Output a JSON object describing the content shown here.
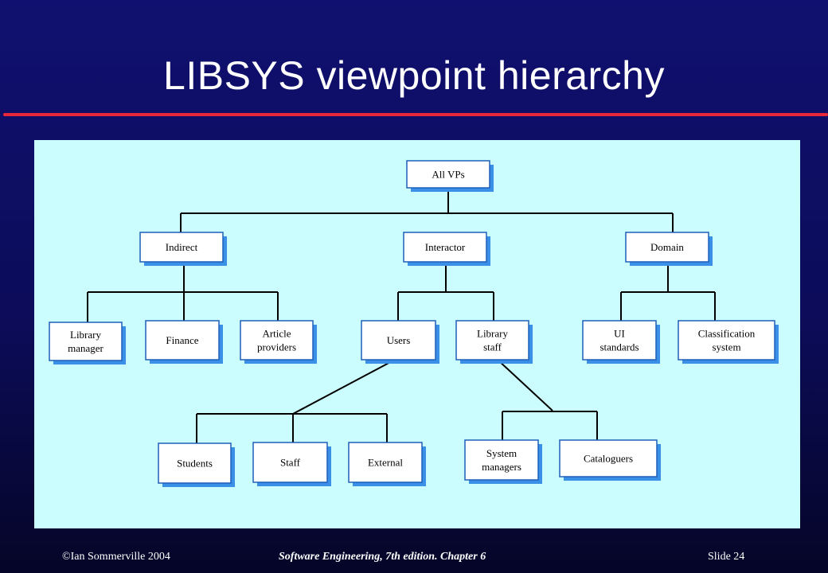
{
  "slide": {
    "title": "LIBSYS viewpoint hierarchy"
  },
  "diagram": {
    "nodes": [
      {
        "id": "all",
        "lines": [
          "All VPs"
        ]
      },
      {
        "id": "indirect",
        "lines": [
          "Indirect"
        ]
      },
      {
        "id": "interactor",
        "lines": [
          "Interactor"
        ]
      },
      {
        "id": "domain",
        "lines": [
          "Domain"
        ]
      },
      {
        "id": "library-manager",
        "lines": [
          "Library",
          "manager"
        ]
      },
      {
        "id": "finance",
        "lines": [
          "Finance"
        ]
      },
      {
        "id": "article-providers",
        "lines": [
          "Article",
          "providers"
        ]
      },
      {
        "id": "users",
        "lines": [
          "Users"
        ]
      },
      {
        "id": "library-staff",
        "lines": [
          "Library",
          "staff"
        ]
      },
      {
        "id": "ui-standards",
        "lines": [
          "UI",
          "standards"
        ]
      },
      {
        "id": "classification-system",
        "lines": [
          "Classification",
          "system"
        ]
      },
      {
        "id": "students",
        "lines": [
          "Students"
        ]
      },
      {
        "id": "staff",
        "lines": [
          "Staff"
        ]
      },
      {
        "id": "external",
        "lines": [
          "External"
        ]
      },
      {
        "id": "system-managers",
        "lines": [
          "System",
          "managers"
        ]
      },
      {
        "id": "cataloguers",
        "lines": [
          "Cataloguers"
        ]
      }
    ]
  },
  "footer": {
    "copyright": "©Ian Sommerville 2004",
    "book": "Software Engineering, 7th edition. Chapter 6",
    "slide_number": "Slide  24"
  }
}
